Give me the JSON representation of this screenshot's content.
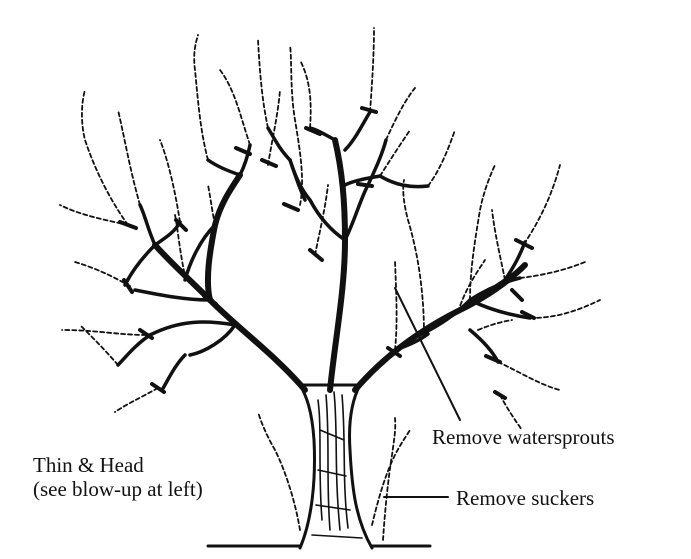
{
  "labels": {
    "waterspouts": "Remove watersprouts",
    "suckers": "Remove suckers",
    "thin_line1": "Thin & Head",
    "thin_line2": "(see blow-up at left)"
  },
  "colors": {
    "ink": "#111111",
    "background": "#ffffff"
  }
}
